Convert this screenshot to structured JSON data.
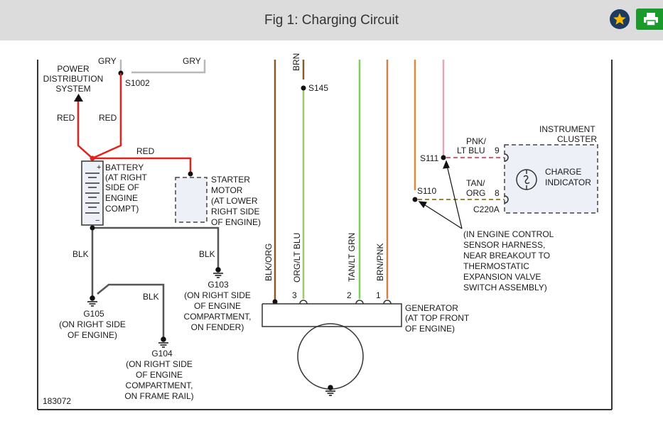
{
  "header": {
    "title": "Fig 1: Charging Circuit",
    "favorite_icon": "star-icon",
    "print_icon": "printer-icon"
  },
  "colors": {
    "header_bg": "#dcdcdc",
    "red_wire": "#e0211d",
    "blk_wire": "#555555",
    "gry_wire": "#b8b8b8",
    "brn_wire": "#8b5a2b",
    "green_wire": "#7ed05a",
    "orange_wire": "#e08a3a",
    "pink_wire": "#e05a7a",
    "tan_wire": "#c8a060",
    "pale_blue_wire": "#a8c4e0"
  },
  "diagram": {
    "gry_left": "GRY",
    "gry_right": "GRY",
    "power_dist": [
      "POWER",
      "DISTRIBUTION",
      "SYSTEM"
    ],
    "s1002": "S1002",
    "red_1": "RED",
    "red_2": "RED",
    "red_3": "RED",
    "battery": [
      "BATTERY",
      "(AT RIGHT",
      "SIDE OF",
      "ENGINE",
      "COMPT)"
    ],
    "starter": [
      "STARTER",
      "MOTOR",
      "(AT LOWER",
      "RIGHT SIDE",
      "OF ENGINE)"
    ],
    "blk_1": "BLK",
    "blk_2": "BLK",
    "blk_3": "BLK",
    "g105": [
      "G105",
      "(ON RIGHT SIDE",
      "OF ENGINE)"
    ],
    "g103": [
      "G103",
      "(ON RIGHT SIDE",
      "OF ENGINE",
      "COMPARTMENT,",
      "ON FENDER)"
    ],
    "g104": [
      "G104",
      "(ON RIGHT SIDE",
      "OF ENGINE",
      "COMPARTMENT,",
      "ON FRAME RAIL)"
    ],
    "fig_number": "183072",
    "brn_top": "BRN",
    "s145": "S145",
    "wire_blk_org": "BLK/ORG",
    "wire_org_lt_blu": "ORG/LT BLU",
    "wire_tan_lt_grn": "TAN/LT GRN",
    "wire_brn_pnk": "BRN/PNK",
    "pin_3": "3",
    "pin_2": "2",
    "pin_1": "1",
    "generator": [
      "GENERATOR",
      "(AT TOP FRONT",
      "OF ENGINE)"
    ],
    "s111": "S111",
    "s110": "S110",
    "pnk_lt_blu": [
      "PNK/",
      "LT BLU"
    ],
    "tan_org": [
      "TAN/",
      "ORG"
    ],
    "pin_9": "9",
    "pin_8": "8",
    "c220a": "C220A",
    "instrument_cluster": [
      "INSTRUMENT",
      "CLUSTER"
    ],
    "charge_indicator": [
      "CHARGE",
      "INDICATOR"
    ],
    "ecm_note": [
      "(IN ENGINE CONTROL",
      "SENSOR HARNESS,",
      "NEAR BREAKOUT TO",
      "THERMOSTATIC",
      "EXPANSION VALVE",
      "SWITCH ASSEMBLY)"
    ]
  }
}
